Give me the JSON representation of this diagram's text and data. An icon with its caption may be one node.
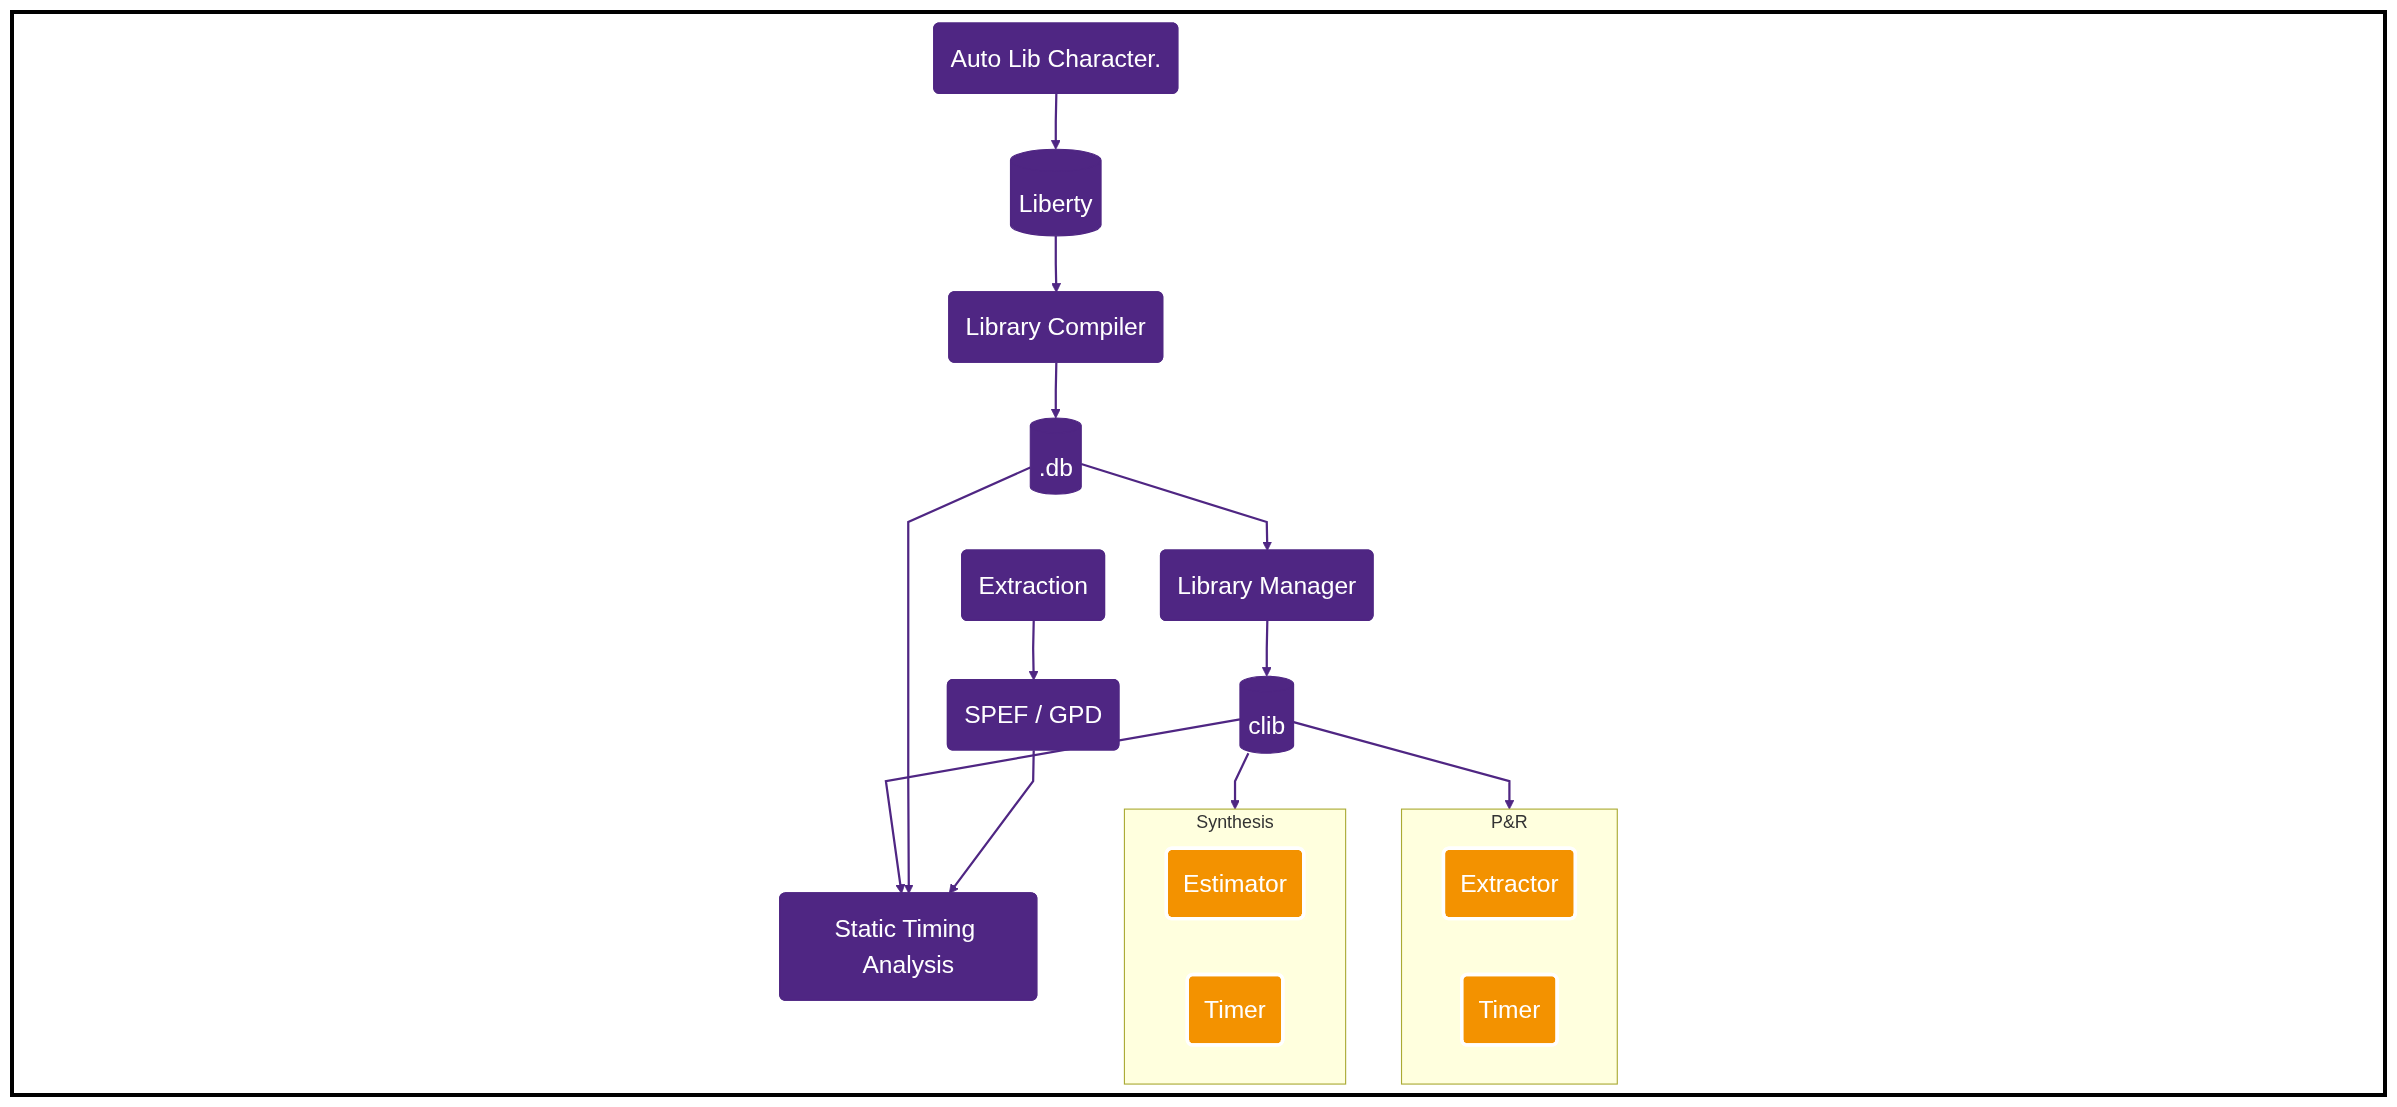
{
  "diagram": {
    "nodes": [
      {
        "text": [
          "Library Manager"
        ]
      },
      {
        "text": [
          "clib"
        ]
      },
      {
        "text": [
          "Synthesis"
        ]
      },
      {
        "text": [
          "Estimator"
        ],
        "in": 2
      },
      {
        "text": [
          "Timer"
        ],
        "in": 2
      },
      {
        "text": [
          "P&R"
        ]
      },
      {
        "text": [
          "Extractor"
        ],
        "in": 5
      },
      {
        "text": [
          "Timer"
        ],
        "in": 5
      },
      {
        "text": [
          "Auto Lib Character."
        ]
      },
      {
        "text": [
          "Liberty"
        ]
      },
      {
        "text": [
          "Library Compiler"
        ]
      },
      {
        "text": [
          ".db"
        ]
      },
      {
        "text": [
          "Extraction"
        ]
      },
      {
        "text": [
          "SPEF / GPD"
        ]
      },
      {
        "text": [
          "Static Timing Analysis"
        ]
      }
    ],
    "edges": [
      {
        "from": 0,
        "to": 1,
        "arrow": "to"
      },
      {
        "from": 1,
        "to": 2,
        "arrow": "to"
      },
      {
        "from": 1,
        "to": 5,
        "arrow": "to"
      },
      {
        "from": 1,
        "to": 14,
        "arrow": "to"
      },
      {
        "from": 11,
        "to": 0,
        "arrow": "to"
      },
      {
        "from": 8,
        "to": 9,
        "arrow": "to"
      },
      {
        "from": 9,
        "to": 10,
        "arrow": "to"
      },
      {
        "from": 10,
        "to": 11,
        "arrow": "to"
      },
      {
        "from": 11,
        "to": 14,
        "arrow": "to"
      },
      {
        "from": 12,
        "to": 13,
        "arrow": "to"
      },
      {
        "from": 13,
        "to": 14,
        "arrow": "to"
      }
    ]
  }
}
